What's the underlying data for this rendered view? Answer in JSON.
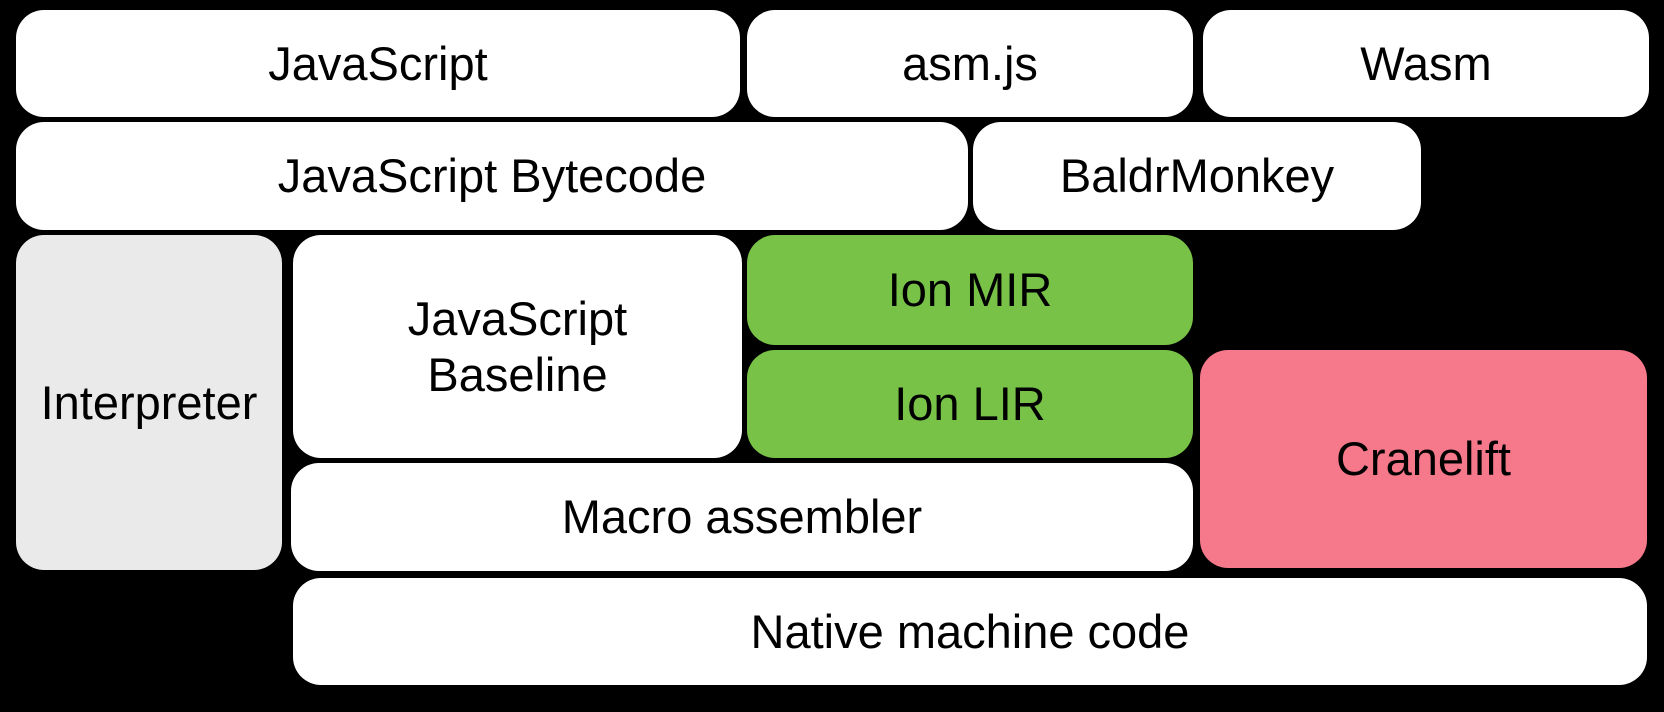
{
  "diagram": {
    "description": "Compiler pipeline diagram of rounded boxes on a black background"
  },
  "colors": {
    "background": "#000000",
    "box_white": "#ffffff",
    "box_gray": "#eaeaea",
    "box_green": "#77c247",
    "box_pink": "#f5798a",
    "text": "#000000"
  },
  "boxes": {
    "javascript": {
      "label": "JavaScript"
    },
    "asm_js": {
      "label": "asm.js"
    },
    "wasm": {
      "label": "Wasm"
    },
    "javascript_bytecode": {
      "label": "JavaScript Bytecode"
    },
    "baldrmonkey": {
      "label": "BaldrMonkey"
    },
    "interpreter": {
      "label": "Interpreter"
    },
    "javascript_baseline": {
      "label": "JavaScript\nBaseline"
    },
    "ion_mir": {
      "label": "Ion MIR"
    },
    "ion_lir": {
      "label": "Ion LIR"
    },
    "cranelift": {
      "label": "Cranelift"
    },
    "macro_assembler": {
      "label": "Macro assembler"
    },
    "native_machine_code": {
      "label": "Native machine code"
    }
  }
}
